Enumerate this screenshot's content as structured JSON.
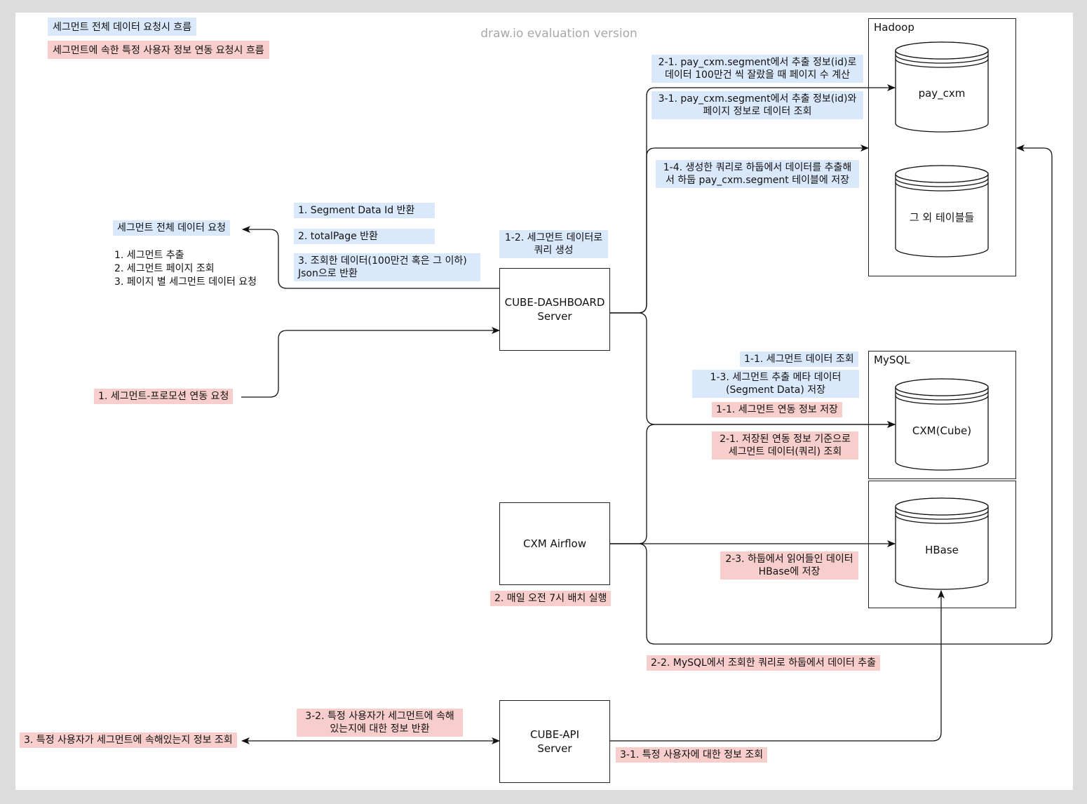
{
  "watermark": "draw.io evaluation version",
  "legend": {
    "blue": "세그먼트 전체 데이터 요청시 흐름",
    "red": "세그먼트에 속한 특정 사용자 정보 연동 요청시 흐름"
  },
  "colors": {
    "blue": "#dae8fc",
    "red": "#f8cecc",
    "stroke": "#222222"
  },
  "boxes": {
    "dashboard": "CUBE-DASHBOARD\nServer",
    "airflow": "CXM Airflow",
    "api": "CUBE-API\nServer"
  },
  "containers": {
    "hadoop": "Hadoop",
    "mysql": "MySQL"
  },
  "databases": {
    "pay_cxm": "pay_cxm",
    "other_tables": "그 외 테이블들",
    "cxm_cube": "CXM(Cube)",
    "hbase": "HBase"
  },
  "left": {
    "request_full": "세그먼트 전체 데이터 요청",
    "steps": [
      "1. 세그먼트 추출",
      "2. 세그먼트 페이지 조회",
      "3. 페이지 별 세그먼트 데이터 요청"
    ],
    "promo_link": "1. 세그먼트-프로모션 연동 요청",
    "user_check": "3. 특정 사용자가 세그먼트에 속해있는지 정보 조회"
  },
  "labels": {
    "ret1": "1. Segment Data Id 반환",
    "ret2": "2. totalPage 반환",
    "ret3": "3. 조회한 데이터(100만건 혹은 그 이하)\nJson으로 반환",
    "q12": "1-2. 세그먼트 데이터로\n쿼리 생성",
    "h21": "2-1. pay_cxm.segment에서 추출 정보(id)로\n데이터 100만건 씩 잘랐을 때 페이지 수 계산",
    "h31": "3-1. pay_cxm.segment에서 추출 정보(id)와\n페이지 정보로 데이터 조회",
    "h14": "1-4. 생성한 쿼리로 하둡에서 데이터를 추출해\n서 하둡 pay_cxm.segment 테이블에 저장",
    "m11": "1-1. 세그먼트 데이터 조회",
    "m13": "1-3. 세그먼트 추출 메타 데이터\n(Segment Data) 저장",
    "r11": "1-1. 세그먼트 연동 정보 저장",
    "r21": "2-1. 저장된 연동 정보 기준으로\n세그먼트 데이터(쿼리) 조회",
    "r23": "2-3. 하둡에서 읽어들인 데이터\nHBase에 저장",
    "batch": "2. 매일 오전 7시 배치 실행",
    "r22": "2-2. MySQL에서 조회한 쿼리로 하둡에서 데이터 추출",
    "r32": "3-2. 특정 사용자가 세그먼트에 속해\n있는지에 대한 정보 반환",
    "r31": "3-1. 특정 사용자에 대한 정보 조회"
  }
}
